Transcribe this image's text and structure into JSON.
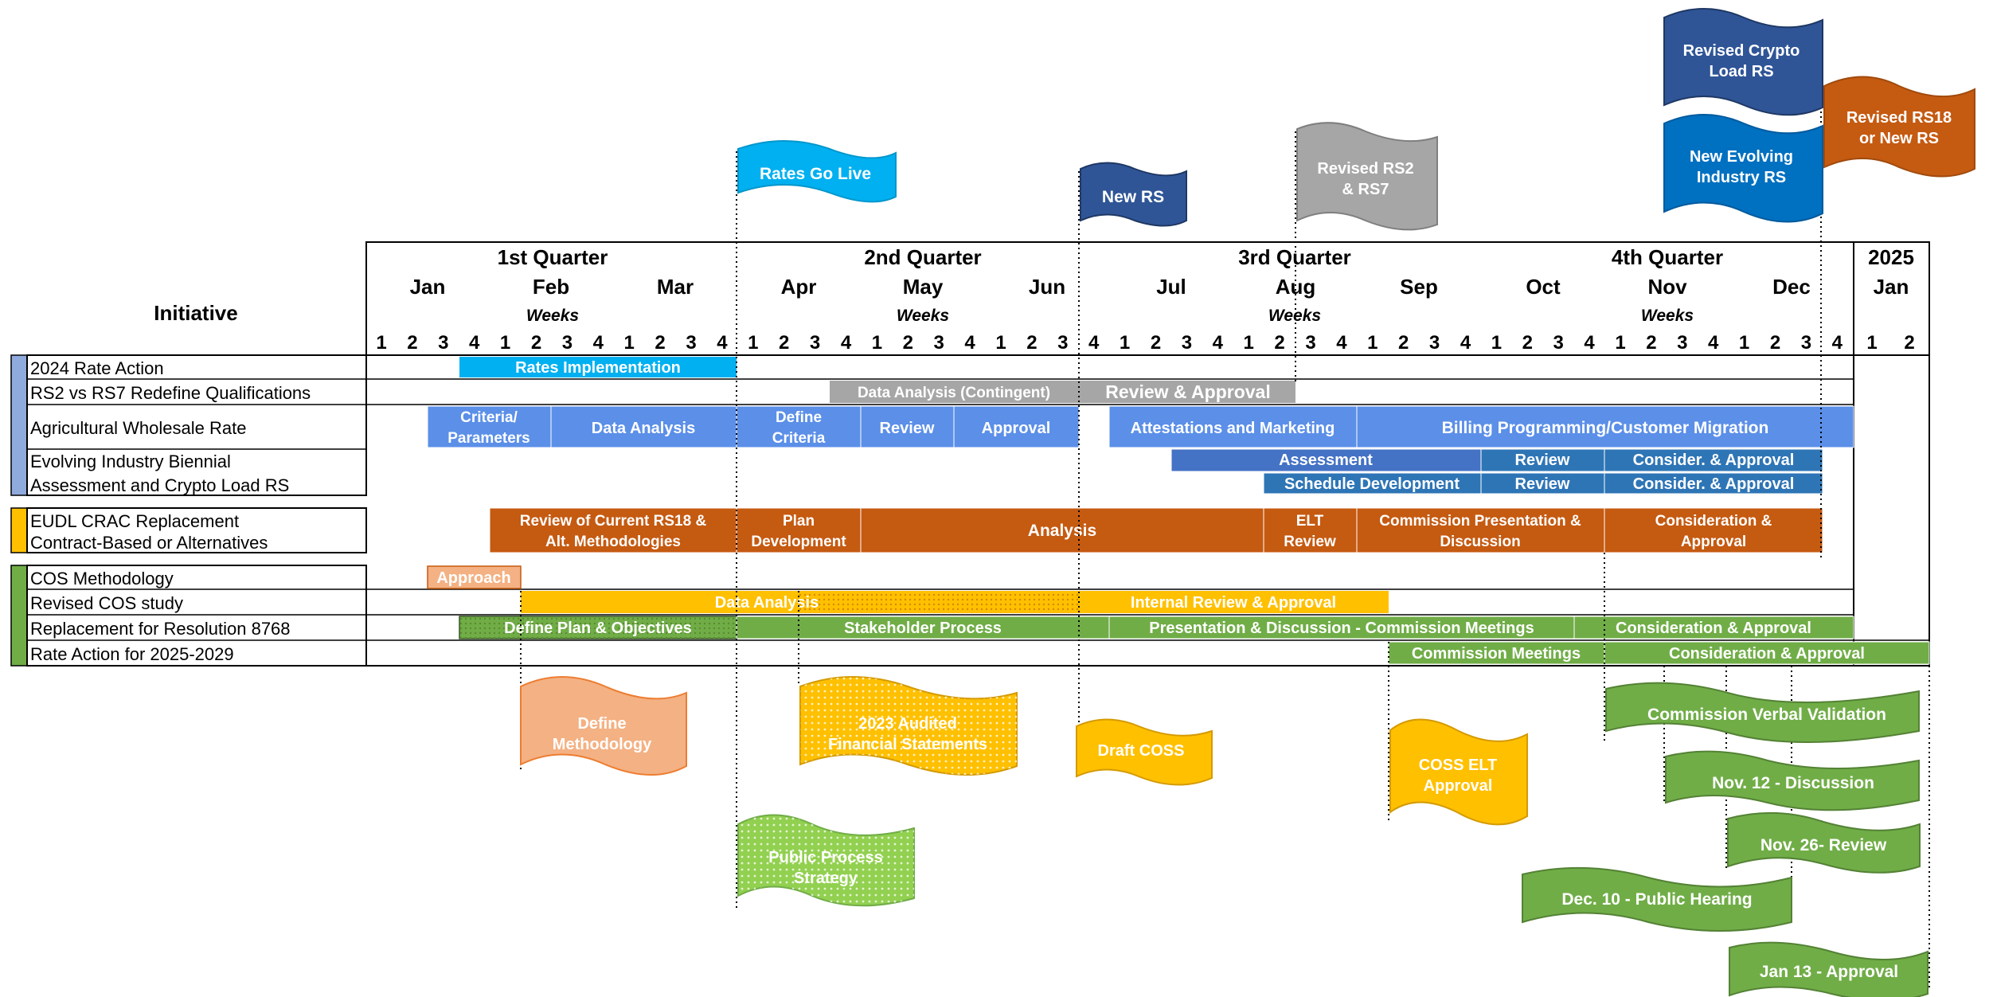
{
  "header": {
    "initiative_label": "Initiative",
    "quarters": [
      "1st Quarter",
      "2nd Quarter",
      "3rd Quarter",
      "4th Quarter"
    ],
    "year_next": "2025",
    "months": [
      "Jan",
      "Feb",
      "Mar",
      "Apr",
      "May",
      "Jun",
      "Jul",
      "Aug",
      "Sep",
      "Oct",
      "Nov",
      "Dec",
      "Jan"
    ],
    "weeks_label": "Weeks",
    "week_numbers": [
      "1",
      "2",
      "3",
      "4",
      "1",
      "2",
      "3",
      "4",
      "1",
      "2",
      "3",
      "4",
      "1",
      "2",
      "3",
      "4",
      "1",
      "2",
      "3",
      "4",
      "1",
      "2",
      "3",
      "4",
      "1",
      "2",
      "3",
      "4",
      "1",
      "2",
      "3",
      "4",
      "1",
      "2",
      "3",
      "4",
      "1",
      "2",
      "3",
      "4",
      "1",
      "2",
      "3",
      "4",
      "1",
      "2",
      "3",
      "4",
      "1",
      "2"
    ]
  },
  "colors": {
    "light_blue": "#00b0f0",
    "gray": "#a6a6a6",
    "medium_blue": "#5b8fe8",
    "dark_blue": "#2f5597",
    "steel_blue": "#2e75b6",
    "rust": "#c55a11",
    "peach": "#f4b183",
    "amber": "#ffc000",
    "green": "#70ad47",
    "lime": "#92d050",
    "group_blue": "#8faadc",
    "group_orange": "#ffc000",
    "group_green": "#70ad47"
  },
  "rows": [
    "2024 Rate Action",
    "RS2 vs RS7 Redefine Qualifications",
    "Agricultural Wholesale Rate",
    "Evolving Industry Biennial",
    "Assessment and Crypto Load RS",
    "EUDL CRAC Replacement",
    "Contract-Based or Alternatives",
    "COS Methodology",
    "Revised COS study",
    "Replacement for Resolution 8768",
    "Rate Action for 2025-2029"
  ],
  "bars": [
    {
      "label": "Rates Implementation"
    },
    {
      "label": "Data Analysis (Contingent)"
    },
    {
      "label": "Review & Approval"
    },
    {
      "label": "Criteria/ Parameters"
    },
    {
      "label": "Data Analysis"
    },
    {
      "label": "Define Criteria"
    },
    {
      "label": "Review"
    },
    {
      "label": "Approval"
    },
    {
      "label": "Attestations and Marketing"
    },
    {
      "label": "Billing Programming/Customer Migration"
    },
    {
      "label": "Assessment"
    },
    {
      "label": "Review"
    },
    {
      "label": "Consider. & Approval"
    },
    {
      "label": "Schedule Development"
    },
    {
      "label": "Review"
    },
    {
      "label": "Consider. & Approval"
    },
    {
      "label": "Review of Current RS18 & Alt. Methodologies"
    },
    {
      "label": "Plan Development"
    },
    {
      "label": "Analysis"
    },
    {
      "label": "ELT Review"
    },
    {
      "label": "Commission Presentation & Discussion"
    },
    {
      "label": "Consideration & Approval"
    },
    {
      "label": "Approach"
    },
    {
      "label": "Data Analysis"
    },
    {
      "label": "Internal Review & Approval"
    },
    {
      "label": "Define Plan & Objectives"
    },
    {
      "label": "Stakeholder Process"
    },
    {
      "label": "Presentation & Discussion - Commission Meetings"
    },
    {
      "label": "Consideration & Approval"
    },
    {
      "label": "Commission Meetings"
    },
    {
      "label": "Consideration & Approval"
    }
  ],
  "flags": [
    {
      "label": "Rates Go Live"
    },
    {
      "label": "New RS"
    },
    {
      "label": "Revised RS2 & RS7"
    },
    {
      "label": "Revised Crypto Load RS"
    },
    {
      "label": "New Evolving Industry RS"
    },
    {
      "label": "Revised RS18 or New RS"
    },
    {
      "label": "Define Methodology"
    },
    {
      "label": "2023 Audited Financial Statements"
    },
    {
      "label": "Draft COSS"
    },
    {
      "label": "COSS ELT Approval"
    },
    {
      "label": "Public Process Strategy"
    },
    {
      "label": "Commission Verbal Validation"
    },
    {
      "label": "Nov. 12 - Discussion"
    },
    {
      "label": "Nov. 26- Review"
    },
    {
      "label": "Dec. 10 - Public Hearing"
    },
    {
      "label": "Jan 13 - Approval"
    }
  ]
}
